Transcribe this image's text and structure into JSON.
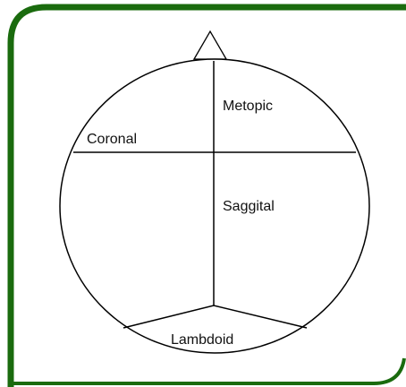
{
  "labels": {
    "metopic": "Metopic",
    "coronal": "Coronal",
    "saggital": "Saggital",
    "lambdoid": "Lambdoid"
  },
  "colors": {
    "frame_border": "#1a6b0e",
    "frame_background": "#ffffff",
    "skull_stroke": "#000000",
    "label_text": "#111111"
  }
}
